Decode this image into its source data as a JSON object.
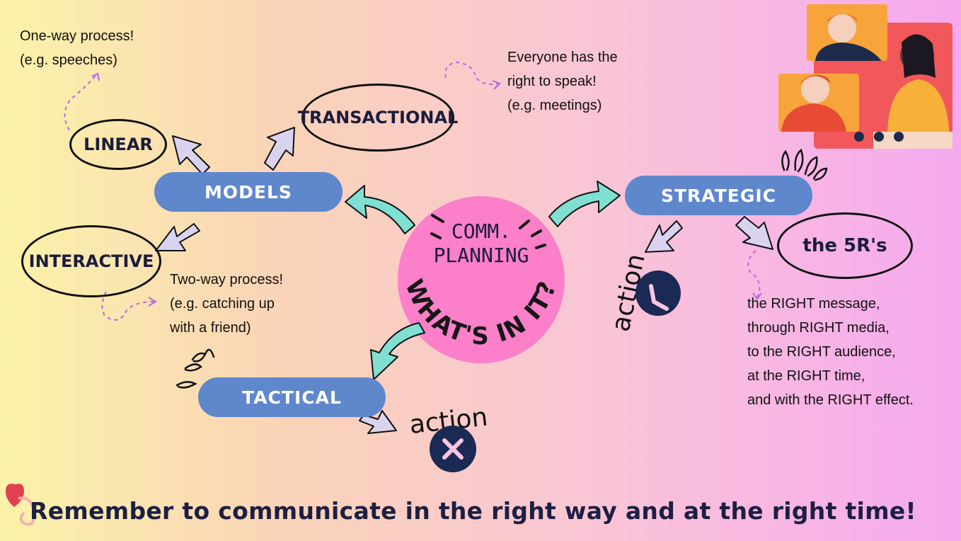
{
  "center": {
    "line1": "COMM.",
    "line2": "PLANNING",
    "arc_text": "WHAT'S IN IT?"
  },
  "nodes": {
    "models": "MODELS",
    "linear": "LINEAR",
    "transactional": "TRANSACTIONAL",
    "interactive": "INTERACTIVE",
    "strategic": "STRATEGIC",
    "tactical": "TACTICAL",
    "five_rs": "the 5R's"
  },
  "notes": {
    "linear": [
      "One-way process!",
      "(e.g. speeches)"
    ],
    "transactional": [
      "Everyone has the",
      "right to speak!",
      "(e.g. meetings)"
    ],
    "interactive": [
      "Two-way process!",
      "(e.g. catching up",
      "with a friend)"
    ],
    "five_rs": [
      "the RIGHT message,",
      "through RIGHT media,",
      "to the RIGHT audience,",
      "at the RIGHT time,",
      "and with the RIGHT effect."
    ]
  },
  "action_label": "action",
  "footer": "Remember to communicate in the right way and at the right time!",
  "icons": {
    "strategic_badge": "check-icon",
    "tactical_badge": "x-icon",
    "video_call": "video-call-illustration",
    "heart": "heart-pin-icon"
  },
  "colors": {
    "pill": "#5f87cc",
    "center": "#fb7fc9",
    "teal_arrow": "#7fe0d2",
    "lilac_arrow": "#d9d3f0",
    "badge": "#1a2a55",
    "dashed": "#b469e0",
    "text_dark": "#1c1c3b"
  }
}
